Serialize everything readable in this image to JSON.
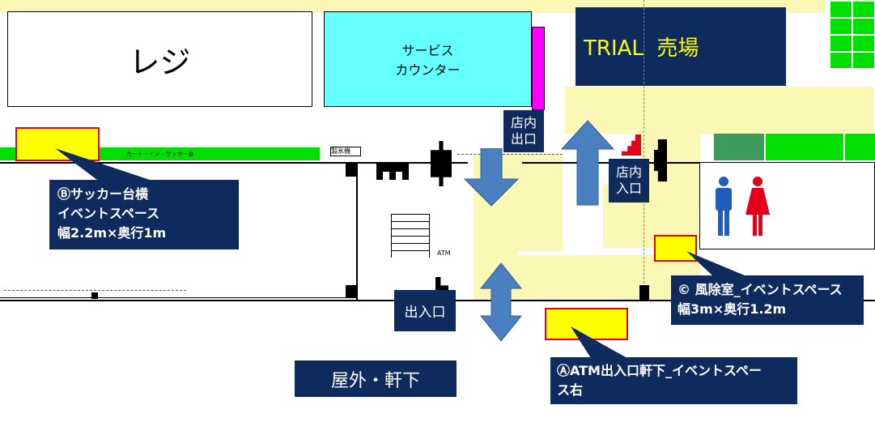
{
  "rooms": {
    "register": "レジ",
    "service_counter_line1": "サービス",
    "service_counter_line2": "カウンター",
    "trial_sales_floor": "TRIAL  売場"
  },
  "small_labels": {
    "cart_sacker": "カート・イン・サッカー台",
    "ice_machine": "製氷機",
    "atm": "ATM"
  },
  "doors": {
    "exit_inside_line1": "店内",
    "exit_inside_line2": "出口",
    "entrance_inside_line1": "店内",
    "entrance_inside_line2": "入口",
    "main_entrance": "出入口"
  },
  "outdoor_label": "屋外・軒下",
  "event_spaces": {
    "b": {
      "line1": "Ⓑサッカー台横",
      "line2": "イベントスペース",
      "line3": "幅2.2m×奥行1m"
    },
    "c": {
      "line1": "© 風除室_イベントスペース",
      "line2": "幅3m×奥行1.2m"
    },
    "a": {
      "line1": "ⒶATM出入口軒下_イベントスペー",
      "line2": "ス右"
    }
  },
  "colors": {
    "navy": "#0f2a5c",
    "event_yellow": "#ffff00",
    "event_border": "#e3001b",
    "floor_yellow": "#fbf8b6",
    "green": "#00e000",
    "service_cyan": "#66ffff",
    "arrow_blue": "#4a7fc0"
  },
  "icons": [
    "male-restroom-icon",
    "female-restroom-icon",
    "up-arrow-icon",
    "down-arrow-icon",
    "double-arrow-icon"
  ]
}
